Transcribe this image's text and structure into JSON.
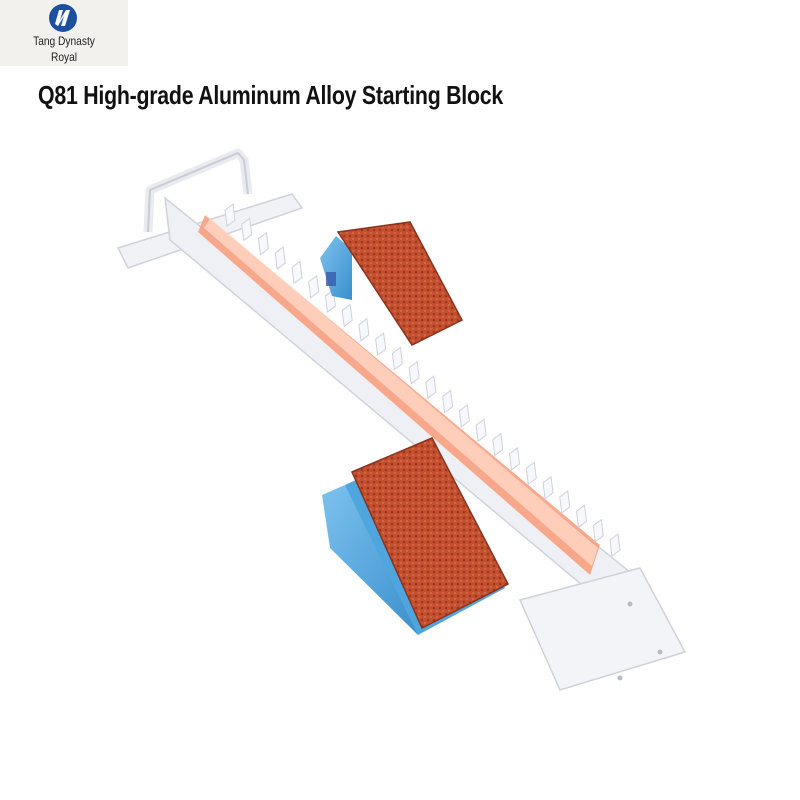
{
  "brand": {
    "line1": "Tang Dynasty",
    "line2": "Royal"
  },
  "title": "Q81 High-grade Aluminum Alloy Starting Block",
  "colors": {
    "rail": "#f4f5f8",
    "rail_shadow": "#d9dce3",
    "pad": "#c4502f",
    "pad_dark": "#9a3a22",
    "pedal": "#4fa6de",
    "track_glow": "#f7a080",
    "logo": "#1d4fa0"
  },
  "icons": [
    "brand-logo-icon"
  ]
}
